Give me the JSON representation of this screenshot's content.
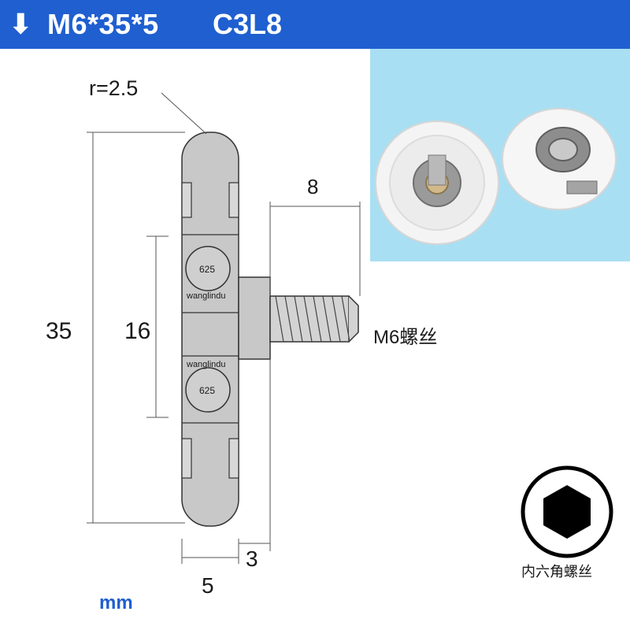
{
  "header": {
    "arrow": "⬇",
    "title": "M6*35*5",
    "code": "C3L8"
  },
  "dimensions": {
    "radius": "r=2.5",
    "total_height": "35",
    "bearing_span": "16",
    "thread_length": "8",
    "wheel_width": "5",
    "shoulder": "3"
  },
  "part_labels": {
    "bearing_top": "625",
    "bearing_bottom": "625",
    "brand_top": "wanglindu",
    "brand_bottom": "wanglindu",
    "thread": "M6螺丝"
  },
  "legend": {
    "hex_caption": "内六角螺丝"
  },
  "unit": "mm",
  "colors": {
    "header_bg": "#1f5fd0",
    "photo_bg": "#a9dff3",
    "part_fill": "#c8c8c8"
  }
}
